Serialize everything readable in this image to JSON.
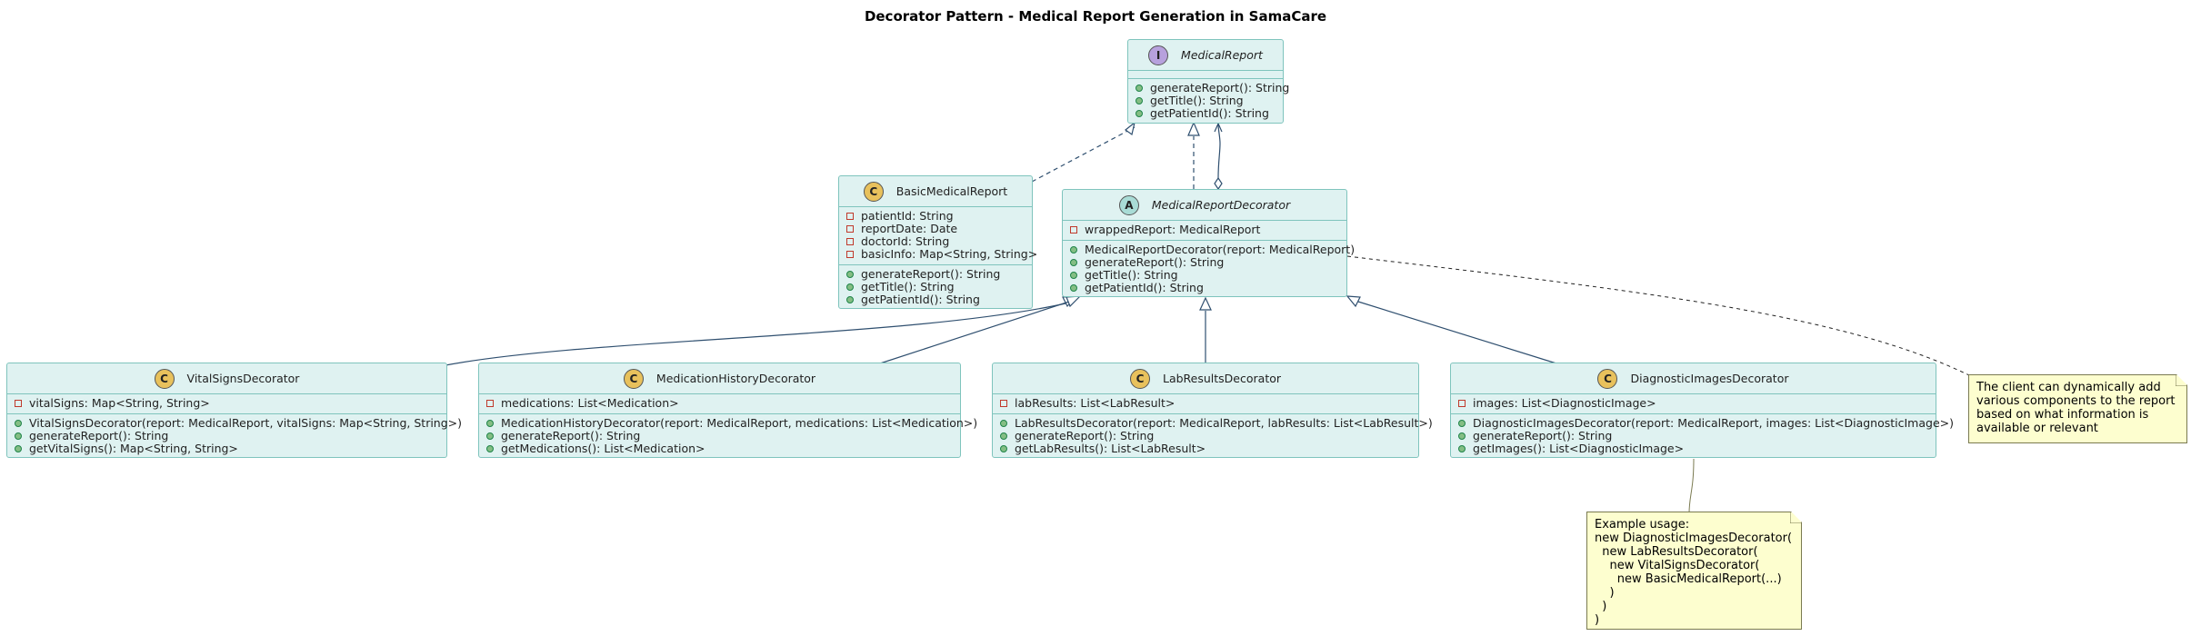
{
  "title": "Decorator Pattern - Medical Report Generation in SamaCare",
  "classes": {
    "medical_report": {
      "stereotype": "I",
      "name": "MedicalReport",
      "attributes": [],
      "methods": [
        "generateReport(): String",
        "getTitle(): String",
        "getPatientId(): String"
      ]
    },
    "basic_medical_report": {
      "stereotype": "C",
      "name": "BasicMedicalReport",
      "attributes": [
        "patientId: String",
        "reportDate: Date",
        "doctorId: String",
        "basicInfo: Map<String, String>"
      ],
      "methods": [
        "generateReport(): String",
        "getTitle(): String",
        "getPatientId(): String"
      ]
    },
    "medical_report_decorator": {
      "stereotype": "A",
      "name": "MedicalReportDecorator",
      "attributes": [
        "wrappedReport: MedicalReport"
      ],
      "methods": [
        "MedicalReportDecorator(report: MedicalReport)",
        "generateReport(): String",
        "getTitle(): String",
        "getPatientId(): String"
      ]
    },
    "vital_signs_decorator": {
      "stereotype": "C",
      "name": "VitalSignsDecorator",
      "attributes": [
        "vitalSigns: Map<String, String>"
      ],
      "methods": [
        "VitalSignsDecorator(report: MedicalReport, vitalSigns: Map<String, String>)",
        "generateReport(): String",
        "getVitalSigns(): Map<String, String>"
      ]
    },
    "medication_history_decorator": {
      "stereotype": "C",
      "name": "MedicationHistoryDecorator",
      "attributes": [
        "medications: List<Medication>"
      ],
      "methods": [
        "MedicationHistoryDecorator(report: MedicalReport, medications: List<Medication>)",
        "generateReport(): String",
        "getMedications(): List<Medication>"
      ]
    },
    "lab_results_decorator": {
      "stereotype": "C",
      "name": "LabResultsDecorator",
      "attributes": [
        "labResults: List<LabResult>"
      ],
      "methods": [
        "LabResultsDecorator(report: MedicalReport, labResults: List<LabResult>)",
        "generateReport(): String",
        "getLabResults(): List<LabResult>"
      ]
    },
    "diagnostic_images_decorator": {
      "stereotype": "C",
      "name": "DiagnosticImagesDecorator",
      "attributes": [
        "images: List<DiagnosticImage>"
      ],
      "methods": [
        "DiagnosticImagesDecorator(report: MedicalReport, images: List<DiagnosticImage>)",
        "generateReport(): String",
        "getImages(): List<DiagnosticImage>"
      ]
    }
  },
  "notes": {
    "client_note": [
      "The client can dynamically add",
      "various components to the report",
      "based on what information is",
      "available or relevant"
    ],
    "usage_note": [
      "Example usage:",
      "new DiagnosticImagesDecorator(",
      "  new LabResultsDecorator(",
      "    new VitalSignsDecorator(",
      "      new BasicMedicalReport(...)",
      "    )",
      "  )",
      ")"
    ]
  },
  "colors": {
    "class_fill": "#dff2f1",
    "class_border": "#7fc4bd",
    "edge": "#2f4f6f",
    "note_fill": "#fdfecf"
  }
}
